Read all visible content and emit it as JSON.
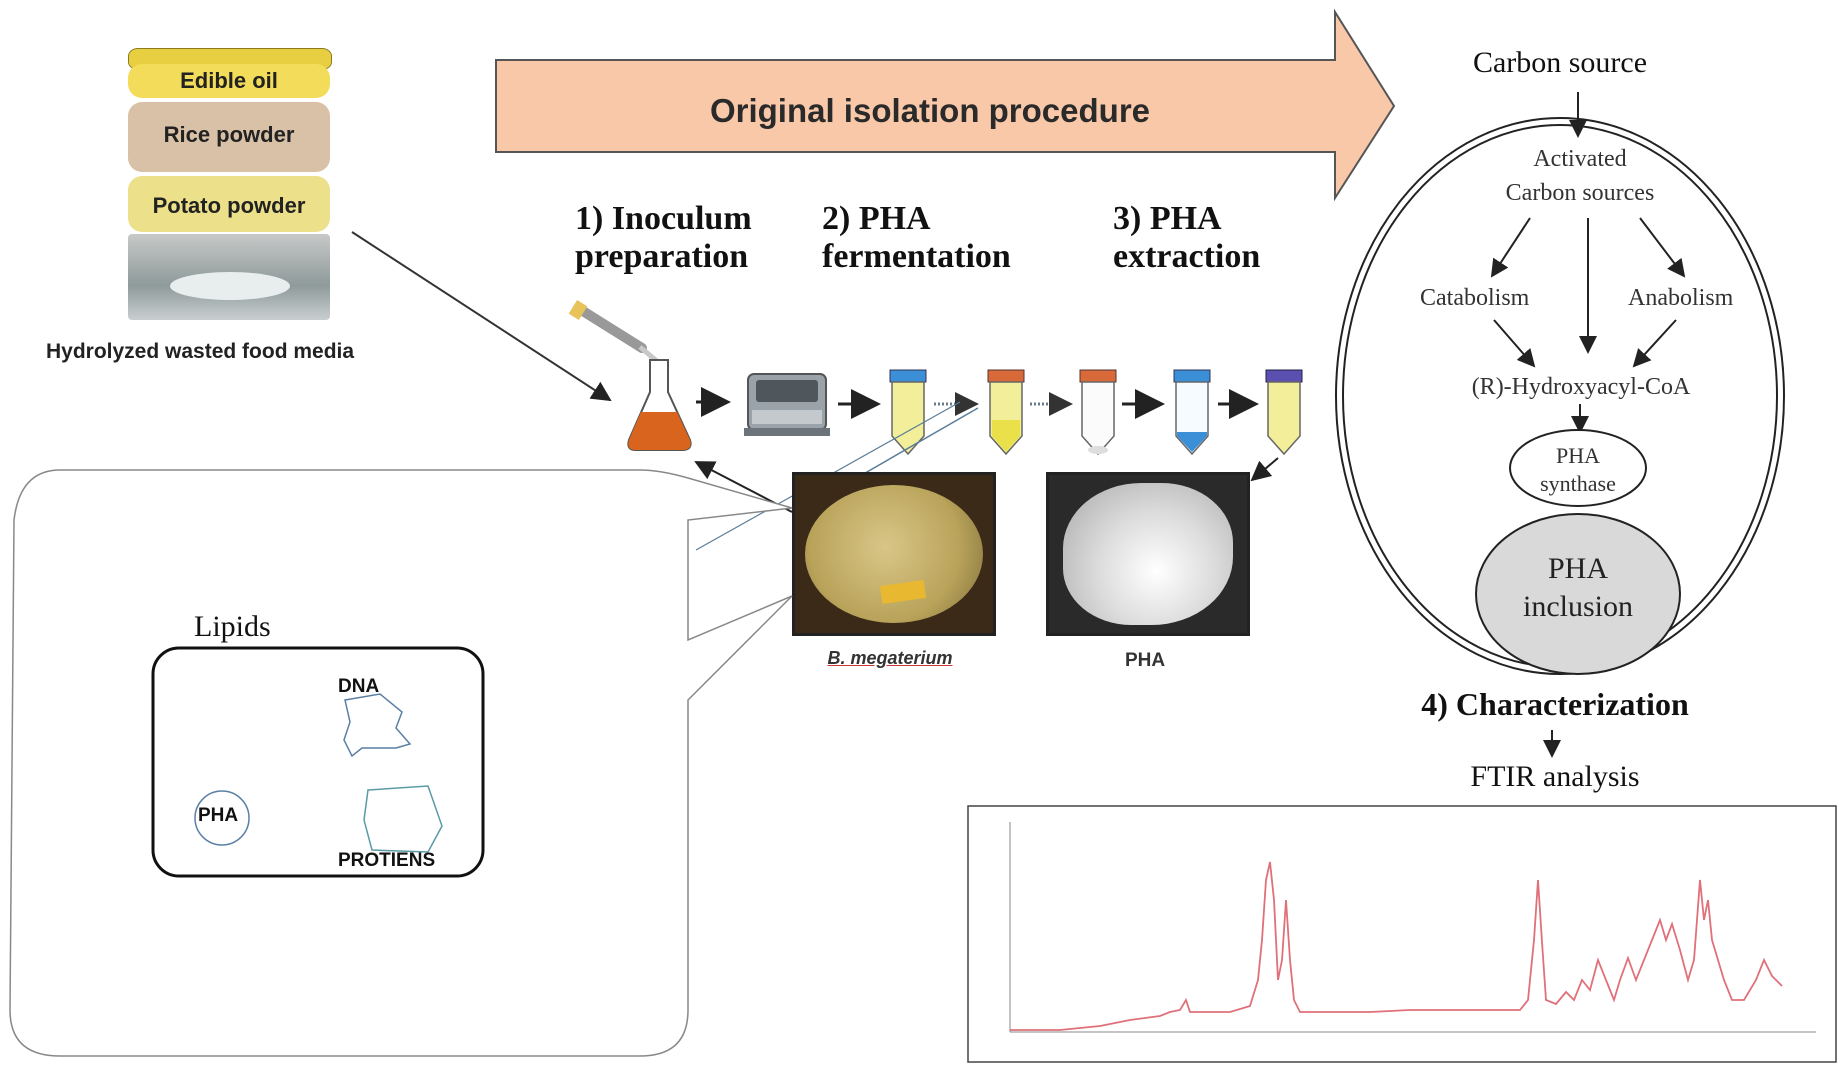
{
  "banner": {
    "label": "Original isolation procedure",
    "fill": "#f9c8a8",
    "stroke": "#555555"
  },
  "media": {
    "layers": [
      "Edible oil",
      "Rice powder",
      "Potato powder"
    ],
    "caption": "Hydrolyzed wasted food media"
  },
  "steps": {
    "inoculum": {
      "line1": "1) Inoculum",
      "line2": "preparation"
    },
    "fermentation": {
      "line1": "2) PHA",
      "line2": "fermentation"
    },
    "extraction": {
      "line1": "3) PHA",
      "line2": "extraction"
    },
    "characterization": "4) Characterization"
  },
  "images": {
    "plate_caption": "B. megaterium",
    "pha_caption": "PHA"
  },
  "cell": {
    "lipids_label": "Lipids",
    "dna": "DNA",
    "pha": "PHA",
    "proteins": "PROTIENS"
  },
  "pathway": {
    "carbon_source": "Carbon source",
    "activated_line1": "Activated",
    "activated_line2": "Carbon sources",
    "catabolism": "Catabolism",
    "anabolism": "Anabolism",
    "intermediate": "(R)-Hydroxyacyl-CoA",
    "synthase_line1": "PHA",
    "synthase_line2": "synthase",
    "inclusion_line1": "PHA",
    "inclusion_line2": "inclusion"
  },
  "ftir": {
    "label": "FTIR analysis",
    "line_color": "#e0707a"
  },
  "colors": {
    "orange_flask": "#d9641e",
    "tube_yellow": "#f2ee9a",
    "cap_blue": "#3a8fd6",
    "cap_orange": "#d86a3a",
    "cap_purple": "#5b4fb0",
    "plate": "#b9a35a"
  },
  "icons": [
    "flask-icon",
    "shaker-icon",
    "tube-icon",
    "arrow-icon"
  ]
}
